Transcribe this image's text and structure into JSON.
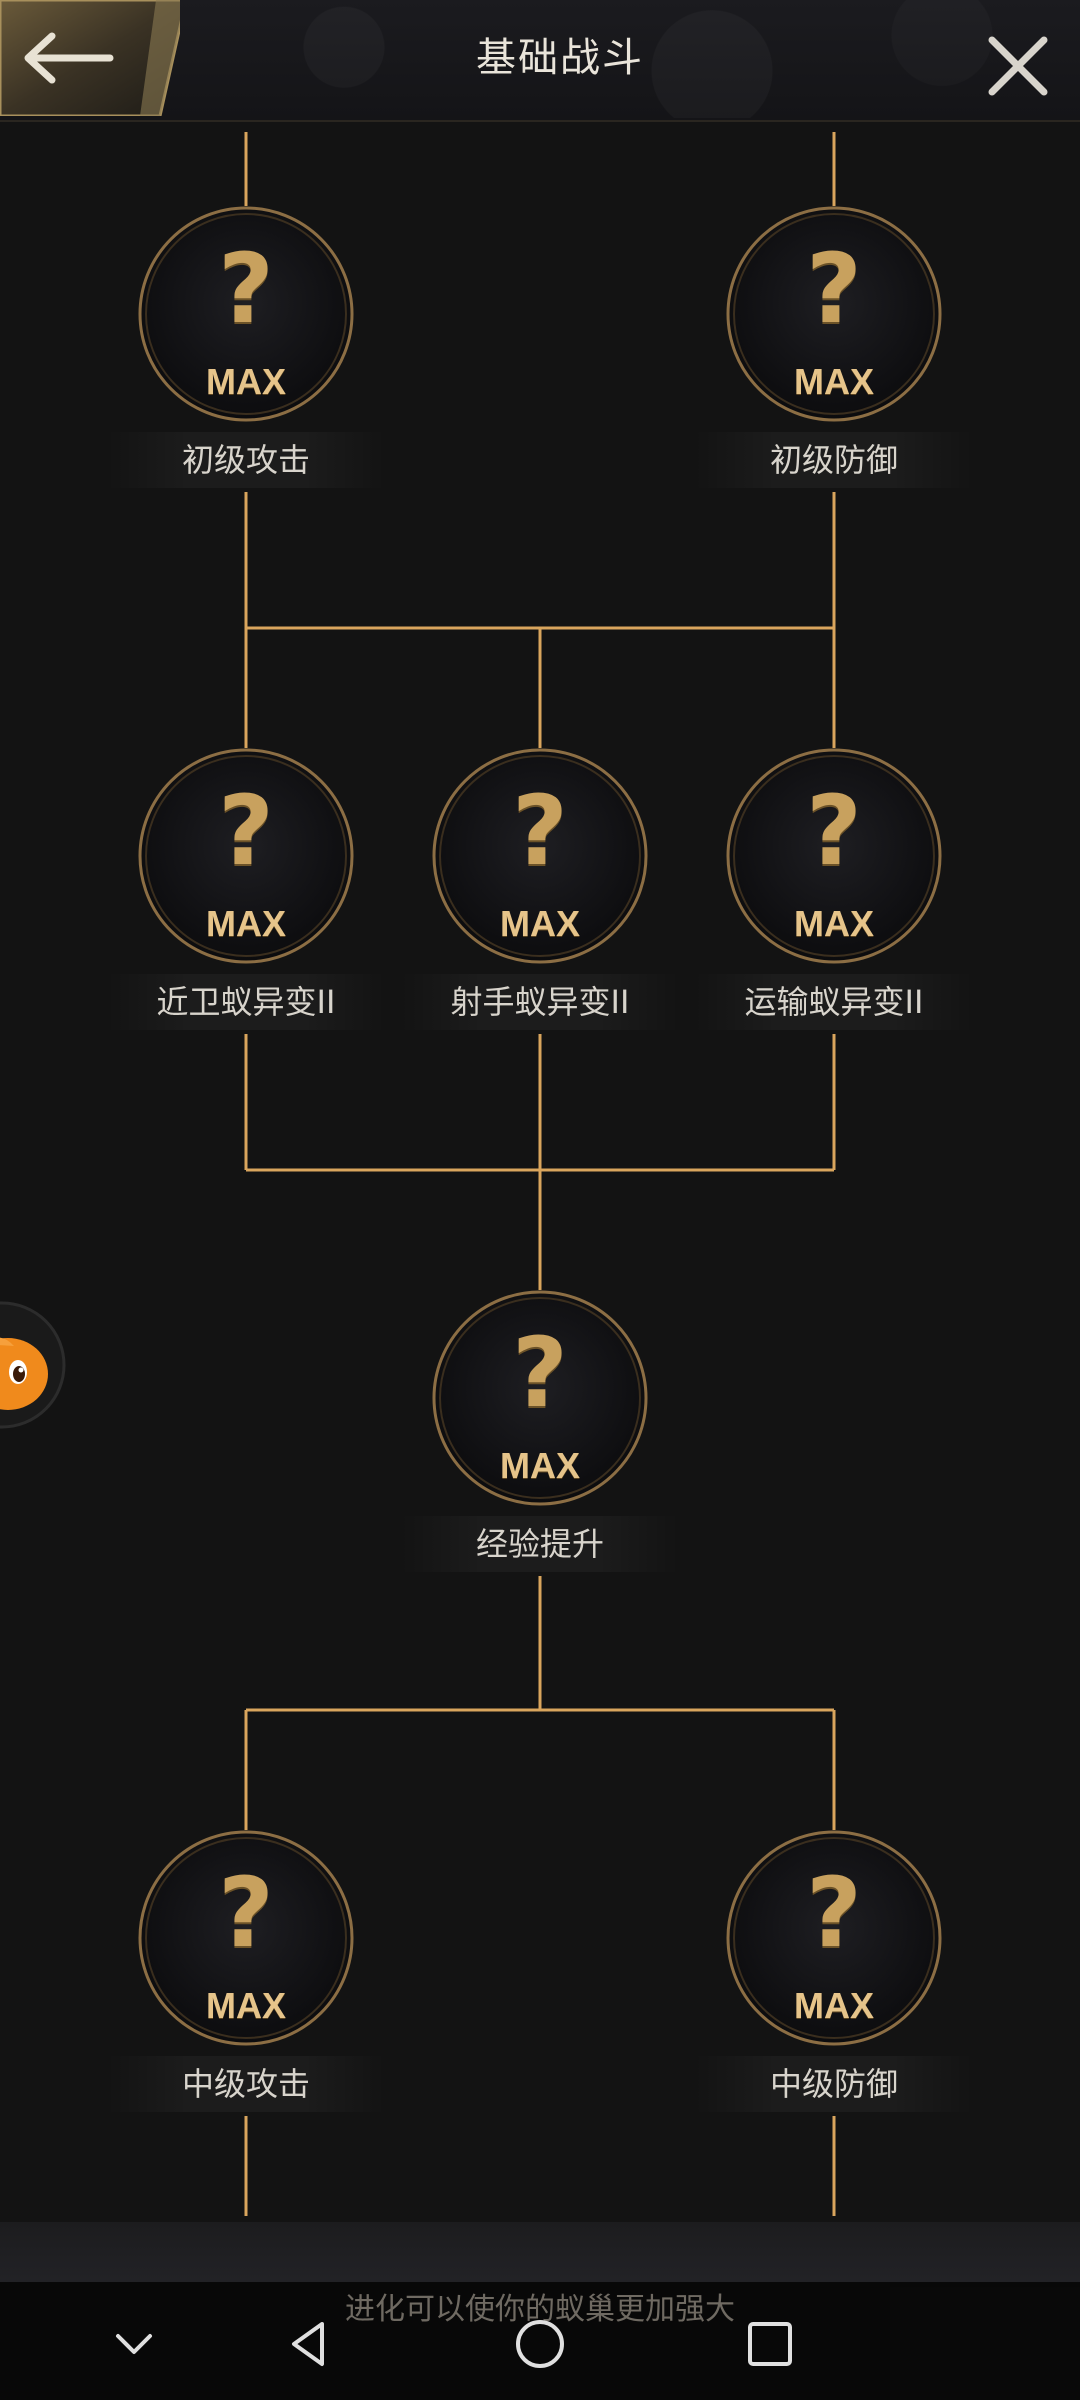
{
  "header": {
    "title": "基础战斗",
    "back_icon": "arrow-left-icon",
    "close_icon": "close-icon"
  },
  "colors": {
    "gold": "#c8a15e",
    "line": "#d9a55d",
    "background": "#131313"
  },
  "nodes": [
    {
      "id": "basic-attack",
      "label": "初级攻击",
      "status": "MAX",
      "symbol": "?"
    },
    {
      "id": "basic-defense",
      "label": "初级防御",
      "status": "MAX",
      "symbol": "?"
    },
    {
      "id": "melee-ant-mutation-2",
      "label": "近卫蚁异变II",
      "status": "MAX",
      "symbol": "?"
    },
    {
      "id": "shooter-ant-mutation-2",
      "label": "射手蚁异变II",
      "status": "MAX",
      "symbol": "?"
    },
    {
      "id": "transport-ant-mutation-2",
      "label": "运输蚁异变II",
      "status": "MAX",
      "symbol": "?"
    },
    {
      "id": "exp-boost",
      "label": "经验提升",
      "status": "MAX",
      "symbol": "?"
    },
    {
      "id": "mid-attack",
      "label": "中级攻击",
      "status": "MAX",
      "symbol": "?"
    },
    {
      "id": "mid-defense",
      "label": "中级防御",
      "status": "MAX",
      "symbol": "?"
    }
  ],
  "footer": {
    "hint": "进化可以使你的蚁巢更加强大"
  },
  "navbar": {
    "icons": [
      "chevron-down-icon",
      "back-triangle-icon",
      "home-circle-icon",
      "recents-square-icon"
    ]
  }
}
